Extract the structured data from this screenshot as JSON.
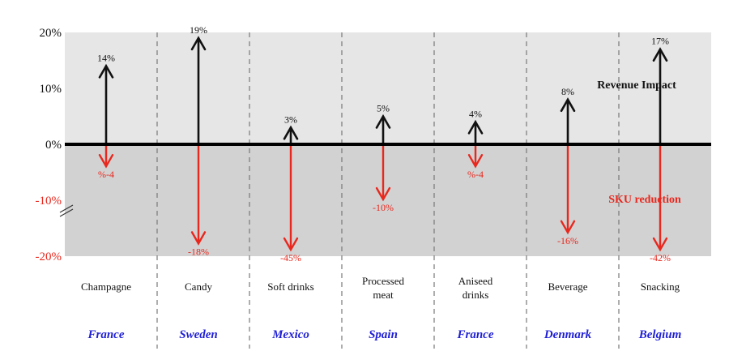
{
  "chart_data": {
    "type": "bar",
    "title": "",
    "xlabel": "",
    "ylabel": "",
    "ylim": [
      -20,
      20
    ],
    "yticks": [
      "20%",
      "10%",
      "0%",
      "-10%",
      "-20%"
    ],
    "categories": [
      "Champagne",
      "Candy",
      "Soft drinks",
      "Processed meat",
      "Aniseed drinks",
      "Beverage",
      "Snacking"
    ],
    "countries": [
      "France",
      "Sweden",
      "Mexico",
      "Spain",
      "France",
      "Denmark",
      "Belgium"
    ],
    "series": [
      {
        "name": "Revenue Impact",
        "values": [
          14,
          19,
          3,
          5,
          4,
          8,
          17
        ],
        "labels": [
          "14%",
          "19%",
          "3%",
          "5%",
          "4%",
          "8%",
          "17%"
        ]
      },
      {
        "name": "SKU reduction",
        "values": [
          -4,
          -18,
          -45,
          -10,
          -4,
          -16,
          -42
        ],
        "labels": [
          "%-4",
          "-18%",
          "-45%",
          "-10%",
          "%-4",
          "-16%",
          "-42%"
        ]
      }
    ],
    "axis_break": true,
    "colors": {
      "revenue_arrow": "#111111",
      "sku_arrow": "#e8281e",
      "sku_label": "#e8281e",
      "country": "#1f1fd6",
      "top_band": "#e6e6e6",
      "bottom_band": "#d2d2d2"
    }
  }
}
